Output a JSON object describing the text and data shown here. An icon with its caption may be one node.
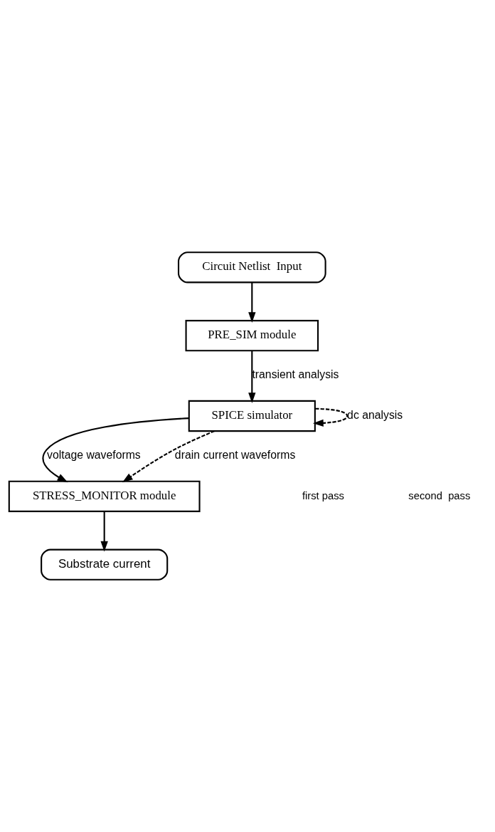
{
  "diagram": {
    "nodes": [
      {
        "text": [
          "Circuit Netlist  Input"
        ]
      },
      {
        "text": [
          "PRE_SIM module"
        ]
      },
      {
        "text": [
          "SPICE simulator"
        ]
      },
      {
        "text": [
          "STRESS_MONITOR module"
        ]
      },
      {
        "text": [
          "Substrate current"
        ]
      }
    ],
    "edges": [
      {
        "from": 0,
        "to": 1,
        "arrow": "to"
      },
      {
        "from": 1,
        "to": 2,
        "arrow": "to",
        "label": "transient analysis"
      },
      {
        "from": 2,
        "to": 2,
        "arrow": "to",
        "label": "dc analysis",
        "style": "dashed"
      },
      {
        "from": 2,
        "to": 3,
        "arrow": "to",
        "label": "voltage waveforms"
      },
      {
        "from": 2,
        "to": 3,
        "arrow": "to",
        "label": "drain current waveforms",
        "style": "dashed"
      },
      {
        "from": 3,
        "to": 4,
        "arrow": "to"
      }
    ],
    "labels": [
      "first pass",
      "second  pass"
    ]
  }
}
